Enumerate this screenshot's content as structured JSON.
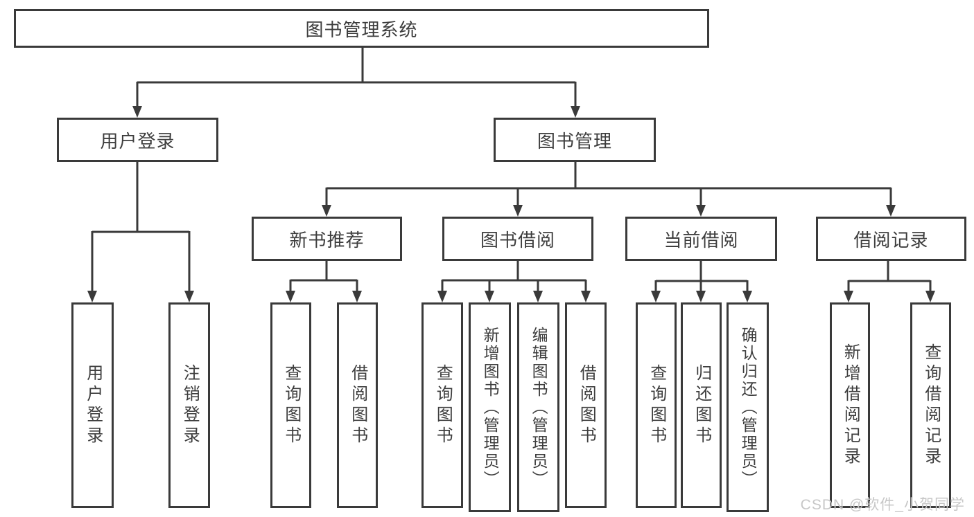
{
  "diagram": {
    "type": "hierarchy-tree",
    "tree": {
      "root": "图书管理系统",
      "user_login": {
        "label": "用户登录",
        "children": [
          "用户登录",
          "注销登录"
        ]
      },
      "book_mgmt": {
        "label": "图书管理",
        "sections": [
          {
            "label": "新书推荐",
            "children": [
              "查询图书",
              "借阅图书"
            ]
          },
          {
            "label": "图书借阅",
            "children": [
              "查询图书",
              "新增图书（管理员）",
              "编辑图书（管理员）",
              "借阅图书"
            ]
          },
          {
            "label": "当前借阅",
            "children": [
              "查询图书",
              "归还图书",
              "确认归还（管理员）"
            ]
          },
          {
            "label": "借阅记录",
            "children": [
              "新增借阅记录",
              "查询借阅记录"
            ]
          }
        ]
      }
    },
    "colors": {
      "line": "#3a3a3a",
      "text": "#3d3d3d",
      "box_background": "#ffffff",
      "watermark": "#c7c7c7"
    }
  },
  "watermark": "CSDN @软件_小贺同学"
}
